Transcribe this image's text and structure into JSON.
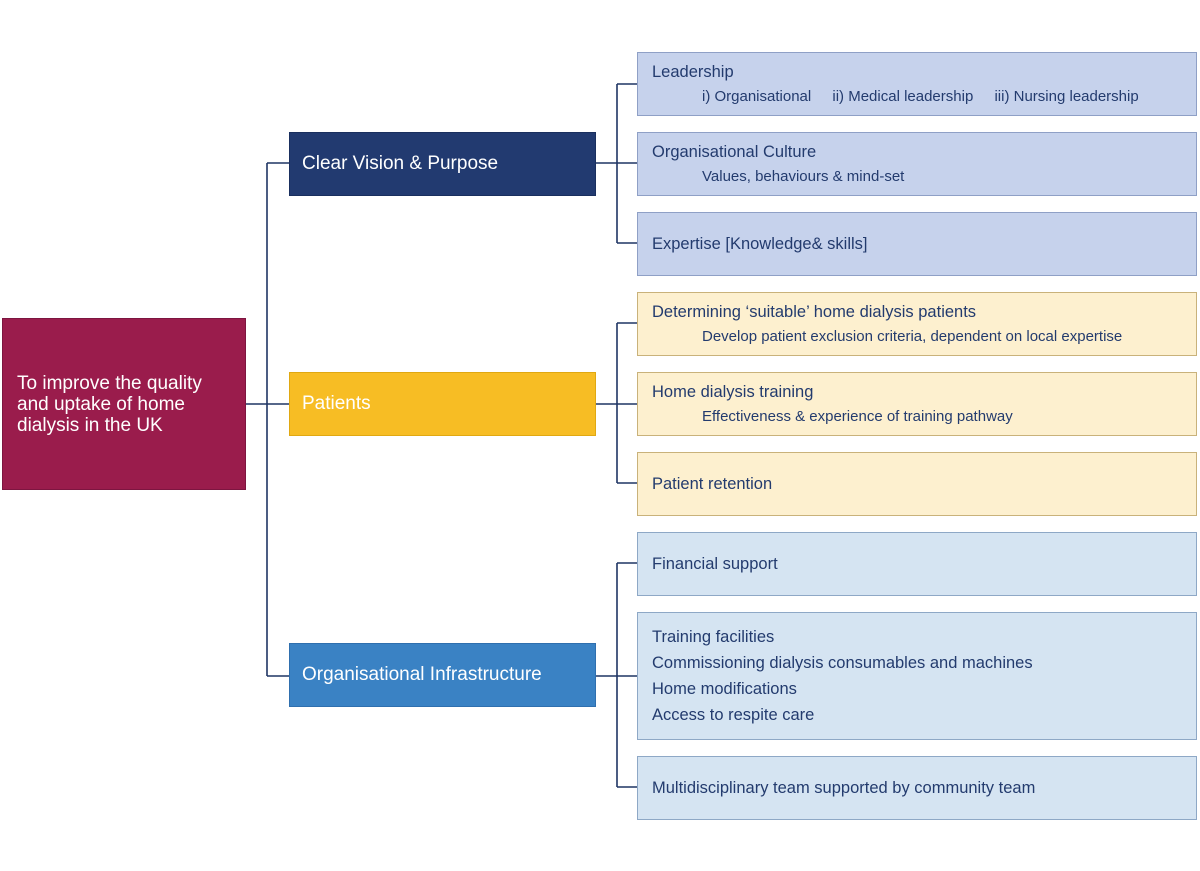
{
  "root": {
    "lines": [
      "To improve the quality",
      "and uptake of home",
      "dialysis in the UK"
    ],
    "color": "#9a1c4c"
  },
  "themes": [
    {
      "label": "Clear Vision & Purpose",
      "color": "#223a70",
      "leaf_color": "#c6d2ec",
      "items": [
        {
          "title": "Leadership",
          "subs": [
            "i) Organisational",
            "ii) Medical leadership",
            "iii) Nursing leadership"
          ]
        },
        {
          "title": "Organisational Culture",
          "subs": [
            "Values, behaviours & mind-set"
          ]
        },
        {
          "title": "Expertise [Knowledge& skills]",
          "subs": []
        }
      ]
    },
    {
      "label": "Patients",
      "color": "#f7bd24",
      "leaf_color": "#fdf0cf",
      "items": [
        {
          "title": "Determining ‘suitable’ home dialysis patients",
          "subs": [
            "Develop patient exclusion criteria, dependent on local expertise"
          ]
        },
        {
          "title": "Home dialysis training",
          "subs": [
            "Effectiveness & experience of training pathway"
          ]
        },
        {
          "title": "Patient retention",
          "subs": []
        }
      ]
    },
    {
      "label": "Organisational Infrastructure",
      "color": "#3a82c4",
      "leaf_color": "#d5e4f2",
      "items": [
        {
          "title": "Financial support"
        },
        {
          "lines": [
            "Training facilities",
            "Commissioning dialysis consumables and machines",
            "Home modifications",
            "Access to respite care"
          ]
        },
        {
          "title": "Multidisciplinary team supported by community team"
        }
      ]
    }
  ],
  "connector_color": "#1f3564"
}
